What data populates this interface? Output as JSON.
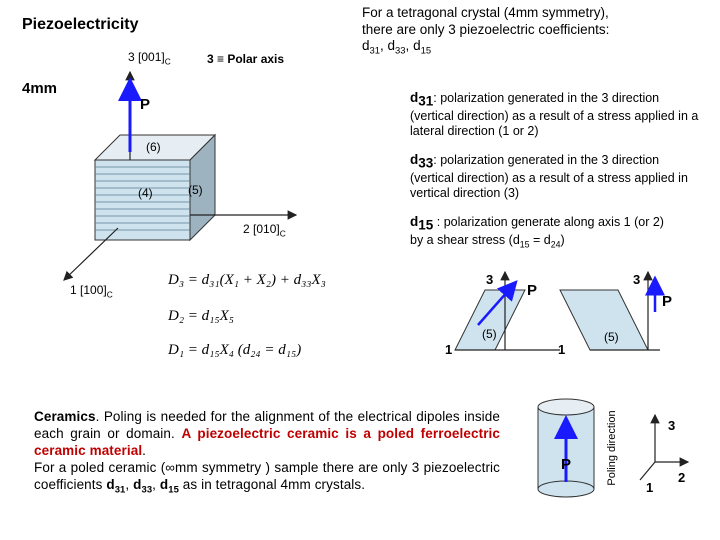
{
  "title": "Piezoelectricity",
  "symmetry_label": "4mm",
  "cube": {
    "axis3_label": "3  [001]",
    "axis3_sub": "C",
    "polar_axis_label": "3 ≡ Polar axis",
    "axis2_label": "2  [010]",
    "axis2_sub": "C",
    "axis1_label": "1  [100]",
    "axis1_sub": "C",
    "p_label": "P",
    "face6": "(6)",
    "face4": "(4)",
    "face5": "(5)"
  },
  "intro": {
    "line1": "For a tetragonal crystal (4mm symmetry),",
    "line2": "there are only 3 piezoelectric coefficients:",
    "coef_d": "d",
    "c1": "31",
    "c2": "33",
    "c3": "15",
    "sep": ", "
  },
  "definitions": {
    "d31_sym": "d",
    "d31_sub": "31",
    "d31_head": ": polarization generated in the 3 direction",
    "d31_rest": "(vertical direction) as a result of  a stress applied in a lateral direction (1 or 2)",
    "d33_sym": "d",
    "d33_sub": "33",
    "d33_head": ": polarization generated in the 3 direction",
    "d33_rest": "(vertical direction) as a result of  a stress applied in vertical direction (3)",
    "d15_sym": "d",
    "d15_sub": "15",
    "d15_head": " : polarization generate along axis 1 (or 2)",
    "d15_rest_a": "by a shear stress (d",
    "d15_rest_b": "15",
    "d15_rest_c": " = d",
    "d15_rest_d": "24",
    "d15_rest_e": ")"
  },
  "equations": {
    "eq1": "D₃ = d₃₁(X₁ + X₂) + d₃₃X₃",
    "eq2": "D₂ = d₁₅X₅",
    "eq3": "D₁ = d₁₅X₄   (d₂₄ = d₁₅)"
  },
  "shear1": {
    "axis3": "3",
    "axis1": "1",
    "p": "P",
    "face": "(5)"
  },
  "shear2": {
    "axis3": "3",
    "axis1": "1",
    "p": "P",
    "face": "(5)"
  },
  "ceramics": {
    "head": "Ceramics",
    "t1": ". Poling is needed for the alignment of the electrical dipoles inside each grain or domain. ",
    "red": "A piezoelectric ceramic is a poled ferroelectric ceramic material",
    "t2": ".",
    "t3": "For a poled ceramic (∞mm symmetry ) sample there are only  3 piezoelectric coefficients ",
    "d": "d",
    "s31": "31",
    "s33": "33",
    "s15": "15",
    "t4": " as in tetragonal 4mm crystals.",
    "comma": ", "
  },
  "poling": {
    "p": "P",
    "label": "Poling direction"
  },
  "axes_small": {
    "a3": "3",
    "a2": "2",
    "a1": "1"
  },
  "colors": {
    "arrow": "#1a1aff",
    "face": "#cfe3ef",
    "line": "#333333",
    "red": "#c00000",
    "cube_dark": "#9eb3c0"
  }
}
